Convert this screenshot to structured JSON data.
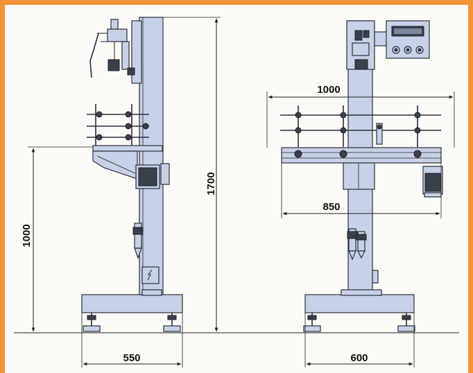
{
  "colors": {
    "border": "#f39436",
    "background": "#fbfaf6",
    "machine_body": "#c7d1e7",
    "outline": "#2a2e3a"
  },
  "dimensions": {
    "height_total": "1700",
    "height_table": "1000",
    "width_side_base": "550",
    "width_front_base": "600",
    "width_conveyor_top": "1000",
    "width_conveyor_bottom": "850"
  }
}
